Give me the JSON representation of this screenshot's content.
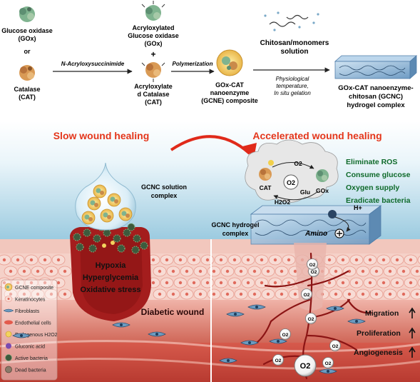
{
  "top": {
    "gox": {
      "name": "Glucose oxidase",
      "abbr": "(GOx)"
    },
    "or": "or",
    "cat": {
      "name": "Catalase",
      "abbr": "(CAT)"
    },
    "step1_label": "N-Acryloxysuccinimide",
    "acr_gox": {
      "line1": "Acryloxylated",
      "line2": "Glucose oxidase",
      "line3": "(GOx)"
    },
    "plus": "+",
    "acr_cat": {
      "line1": "Acryloxylate",
      "line2": "d Catalase",
      "line3": "(CAT)"
    },
    "step2_label": "Polymerization",
    "gcne": {
      "line1": "GOx-CAT",
      "line2": "nanoenzyme",
      "line3": "(GCNE) composite"
    },
    "chitosan": {
      "line1": "Chitosan/monomers",
      "line2": "solution"
    },
    "step3": {
      "line1": "Physiological",
      "line2": "temperature,",
      "line3": "In situ gelation"
    },
    "gcnc": {
      "line1": "GOx-CAT nanoenzyme-",
      "line2": "chitosan (GCNC)",
      "line3": "hydrogel complex"
    }
  },
  "headings": {
    "slow": "Slow wound healing",
    "accelerated": "Accelerated wound healing"
  },
  "left": {
    "solution_label": {
      "line1": "GCNC solution",
      "line2": "complex"
    },
    "conditions": [
      "Hypoxia",
      "Hyperglycemia",
      "Oxidative stress"
    ],
    "wound_label": "Diabetic wound"
  },
  "legend": [
    {
      "label": "GCNE composite",
      "icon": "gcne-composite"
    },
    {
      "label": "Keratinocytes",
      "icon": "keratinocyte"
    },
    {
      "label": "Fibroblasts",
      "icon": "fibroblast"
    },
    {
      "label": "Endothelial cells",
      "icon": "endothelial-cell"
    },
    {
      "label": "Endogenous H2O2",
      "icon": "h2o2-drop"
    },
    {
      "label": "Gluconic acid",
      "icon": "gluconic-acid"
    },
    {
      "label": "Active bacteria",
      "icon": "active-bacteria"
    },
    {
      "label": "Dead bacteria",
      "icon": "dead-bacteria"
    }
  ],
  "right": {
    "cloud": {
      "cat": "CAT",
      "gox": "GOx",
      "o2_top": "O2",
      "o2_center": "O2",
      "glu": "Glu",
      "h2o2": "H2O2"
    },
    "benefits": [
      "Eliminate ROS",
      "Consume glucose",
      "Oxygen supply",
      "Eradicate bacteria"
    ],
    "hplus": "H+",
    "amino": "Amino",
    "hydrogel_label": {
      "line1": "GCNC hydrogel",
      "line2": "complex"
    },
    "outcomes": [
      "Migration",
      "Proliferation",
      "Angiogenesis"
    ],
    "o2_bubble": "O2",
    "o2_big": "O2"
  },
  "colors": {
    "heading": "#e4361b",
    "sky": "#d6ecf5",
    "tissue": "#c8473f",
    "dermis": "#e89a8e",
    "skin": "#f4c7bf",
    "benefit_text": "#0e6a2a",
    "arrow_red": "#e02a1a"
  }
}
